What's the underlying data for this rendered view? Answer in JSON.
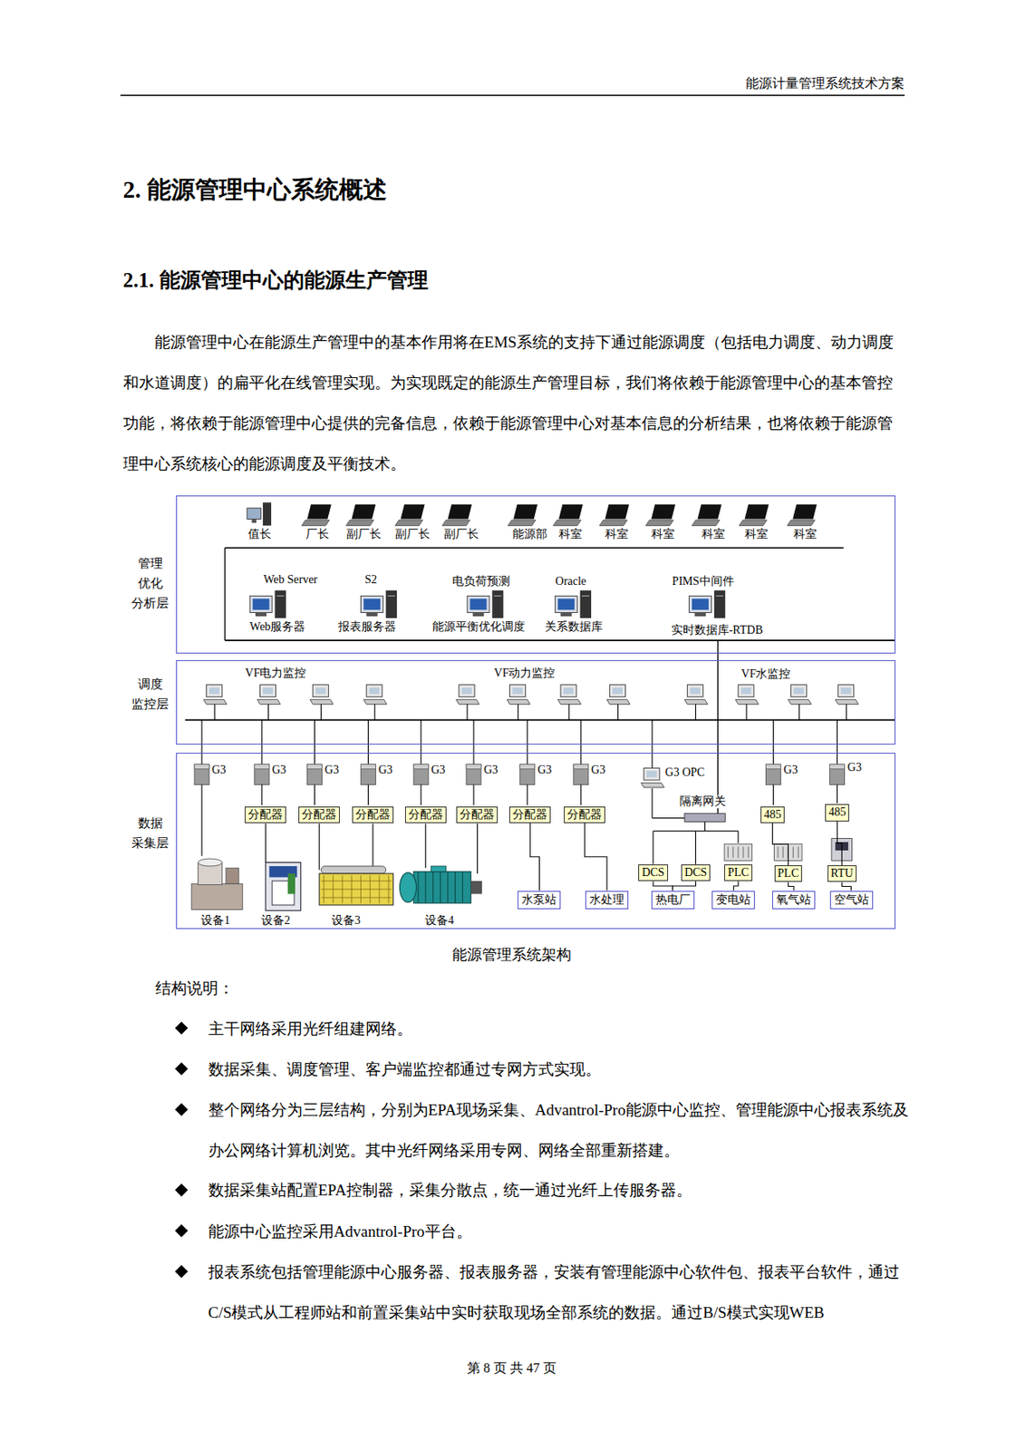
{
  "diagram": {
    "title": "2. 能源管理中心系统概述",
    "caption": "能源管理系统架构",
    "nodes": [
      {
        "text": [
          "管理 优化 分析层"
        ]
      },
      {
        "text": [
          "调度 监控层"
        ]
      },
      {
        "text": [
          "数据 采集层"
        ]
      },
      {
        "text": [
          "分配器"
        ],
        "in": 2
      },
      {
        "text": [
          "分配器"
        ],
        "in": 2
      },
      {
        "text": [
          "分配器"
        ],
        "in": 2
      },
      {
        "text": [
          "分配器"
        ],
        "in": 2
      },
      {
        "text": [
          "分配器"
        ],
        "in": 2
      },
      {
        "text": [
          "分配器"
        ],
        "in": 2
      },
      {
        "text": [
          "分配器"
        ],
        "in": 2
      },
      {
        "text": [
          "485"
        ],
        "in": 2
      },
      {
        "text": [
          "485"
        ],
        "in": 2
      },
      {
        "text": [
          "DCS"
        ],
        "in": 2
      },
      {
        "text": [
          "DCS"
        ],
        "in": 2
      },
      {
        "text": [
          "PLC"
        ],
        "in": 2
      },
      {
        "text": [
          "PLC"
        ],
        "in": 2
      },
      {
        "text": [
          "RTU"
        ],
        "in": 2
      },
      {
        "text": [
          "水泵站"
        ],
        "in": 2
      },
      {
        "text": [
          "水处理"
        ],
        "in": 2
      },
      {
        "text": [
          "热电厂"
        ],
        "in": 2
      },
      {
        "text": [
          "变电站"
        ],
        "in": 2
      },
      {
        "text": [
          "氧气站"
        ],
        "in": 2
      },
      {
        "text": [
          "空气站"
        ],
        "in": 2
      }
    ],
    "edges": [
      {
        "from": 8,
        "to": 17,
        "arrow": "none"
      },
      {
        "from": 9,
        "to": 18,
        "arrow": "none"
      },
      {
        "from": 12,
        "to": 19,
        "arrow": "none"
      },
      {
        "from": 13,
        "to": 19,
        "arrow": "none"
      },
      {
        "from": 14,
        "to": 20,
        "arrow": "none"
      },
      {
        "from": 10,
        "to": 15,
        "arrow": "none"
      },
      {
        "from": 15,
        "to": 21,
        "arrow": "none"
      },
      {
        "from": 11,
        "to": 16,
        "arrow": "none"
      },
      {
        "from": 16,
        "to": 22,
        "arrow": "none"
      }
    ],
    "labels": [
      "能源计量管理系统技术方案",
      "2.1. 能源管理中心的能源生产管理",
      "能源管理中心在能源生产管理中的基本作用将在EMS系统的支持下通过能源调度（包括电力调度、动力调度和水道调度）的扁平化在线管理实现。为实现既定的能源生产管理目标，我们将依赖于能源管理中心的基本管控功能，将依赖于能源管理中心提供的完备信息，依赖于能源管理中心对基本信息的分析结果，也将依赖于能源管理中心系统核心的能源调度及平衡技术。",
      "值长",
      "厂长",
      "副厂长",
      "副厂长",
      "副厂长",
      "能源部",
      "科室",
      "科室",
      "科室",
      "科室",
      "科室",
      "科室",
      "Web Server",
      "S2",
      "电负荷预测",
      "Oracle",
      "PIMS中间件",
      "Web服务器",
      "报表服务器",
      "能源平衡优化调度",
      "关系数据库",
      "实时数据库-RTDB",
      "VF电力监控",
      "VF动力监控",
      "VF水监控",
      "G3",
      "G3",
      "G3",
      "G3",
      "G3",
      "G3",
      "G3",
      "G3",
      "G3 OPC",
      "G3",
      "G3",
      "隔离网关",
      "设备1",
      "设备2",
      "设备3",
      "设备4",
      "结构说明：",
      "主干网络采用光纤组建网络。",
      "数据采集、调度管理、客户端监控都通过专网方式实现。",
      "整个网络分为三层结构，分别为EPA现场采集、Advantrol-Pro能源中心监控、管理能源中心报表系统及办公网络计算机浏览。其中光纤网络采用专网、网络全部重新搭建。",
      "数据采集站配置EPA控制器，采集分散点，统一通过光纤上传服务器。",
      "能源中心监控采用Advantrol-Pro平台。",
      "报表系统包括管理能源中心服务器、报表服务器，安装有管理能源中心软件包、报表平台软件，通过C/S模式从工程师站和前置采集站中实时获取现场全部系统的数据。通过B/S模式实现WEB",
      "第 8 页 共 47 页"
    ]
  }
}
